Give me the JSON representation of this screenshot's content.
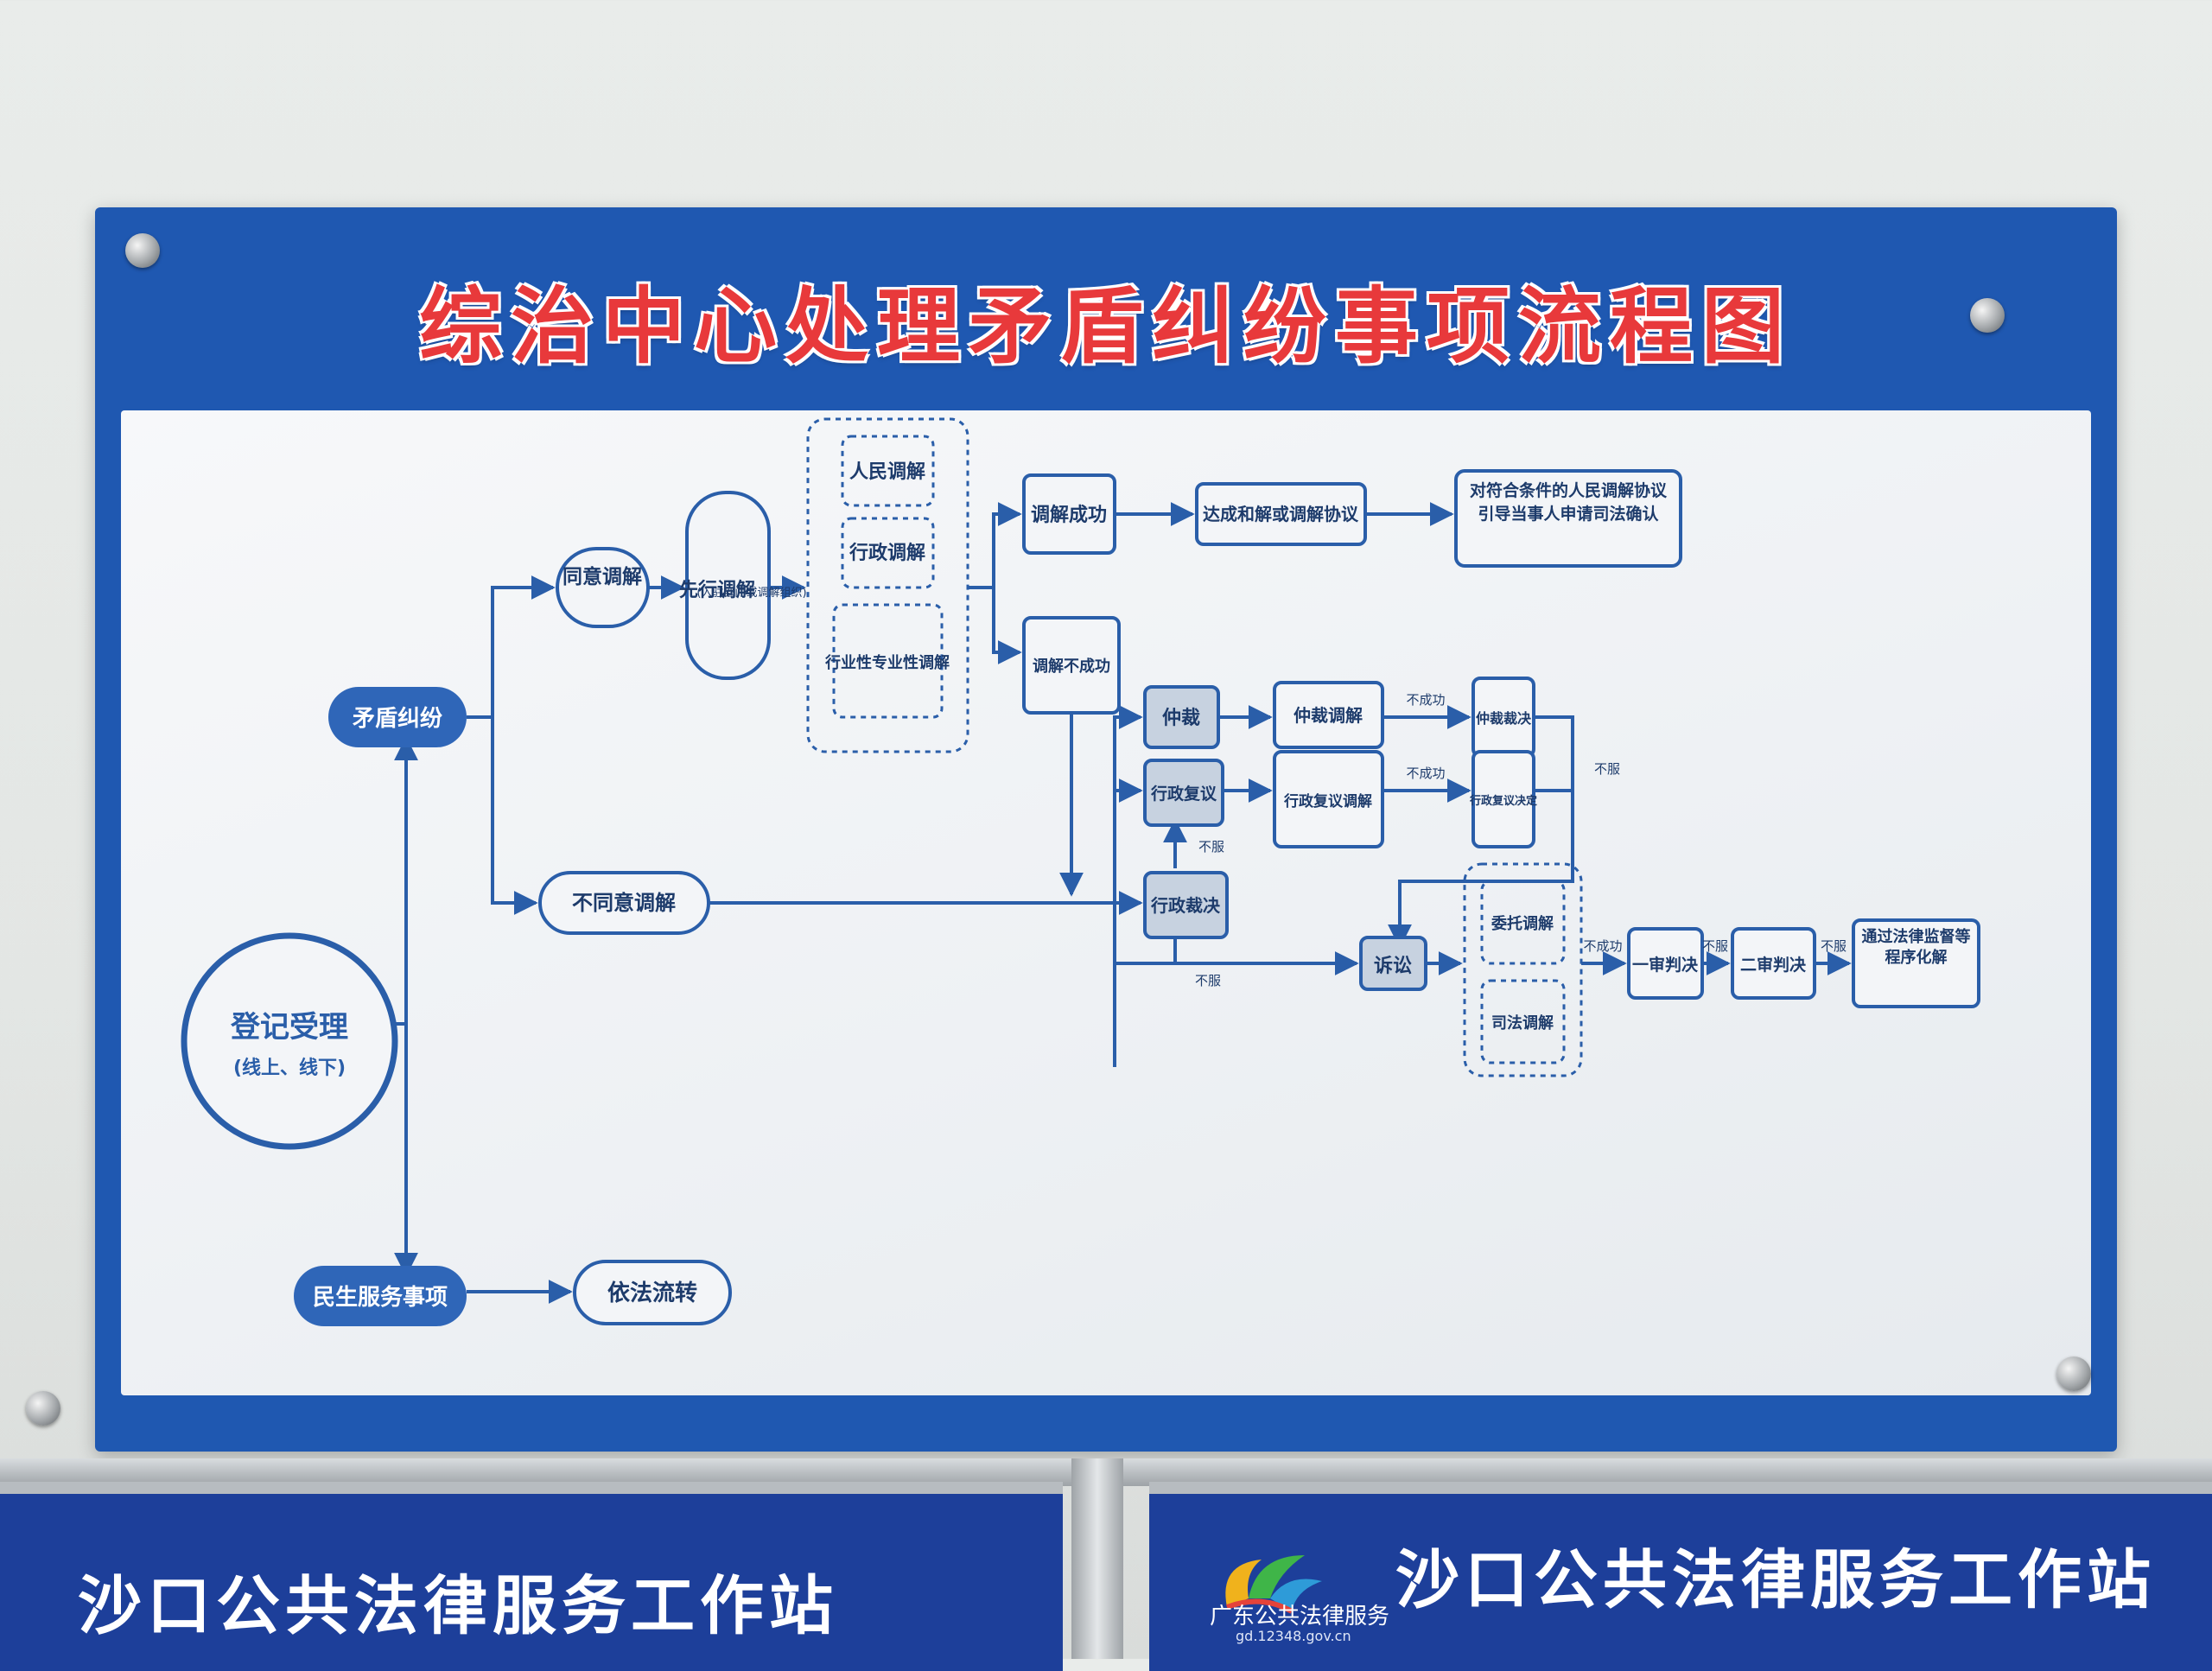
{
  "title": "综治中心处理矛盾纠纷事项流程图",
  "nodes": {
    "register": "登记受理",
    "register_sub": "(线上、线下)",
    "dispute": "矛盾纠纷",
    "livelihood": "民生服务事项",
    "transfer": "依法流转",
    "agree": "同意调解",
    "disagree": "不同意调解",
    "prior": "先行调解",
    "prior_note": "(入驻部门或调解组织)",
    "people": "人民调解",
    "admin_med": "行政调解",
    "industry": "行业性专业性调解",
    "success": "调解成功",
    "fail": "调解不成功",
    "agreement": "达成和解或调解协议",
    "confirm": "对符合条件的人民调解协议引导当事人申请司法确认",
    "arbitration": "仲裁",
    "arb_med": "仲裁调解",
    "arb_award": "仲裁裁决",
    "reconsider": "行政复议",
    "recon_med": "行政复议调解",
    "recon_decision": "行政复议决定",
    "admin_ruling": "行政裁决",
    "lawsuit": "诉讼",
    "entrusted": "委托调解",
    "judicial": "司法调解",
    "first": "一审判决",
    "second": "二审判决",
    "supervise": "通过法律监督等程序化解"
  },
  "edge_labels": {
    "fail": "不成功",
    "object": "不服"
  },
  "signs": {
    "left": "沙口公共法律服务工作站",
    "right": "沙口公共法律服务工作站",
    "logo_text": "广东公共法律服务",
    "logo_url": "gd.12348.gov.cn"
  },
  "colors": {
    "board_blue": "#1f58b1",
    "title_red": "#e8393b",
    "node_fill": "#2f66b8",
    "node_stroke": "#2a5ea9"
  }
}
